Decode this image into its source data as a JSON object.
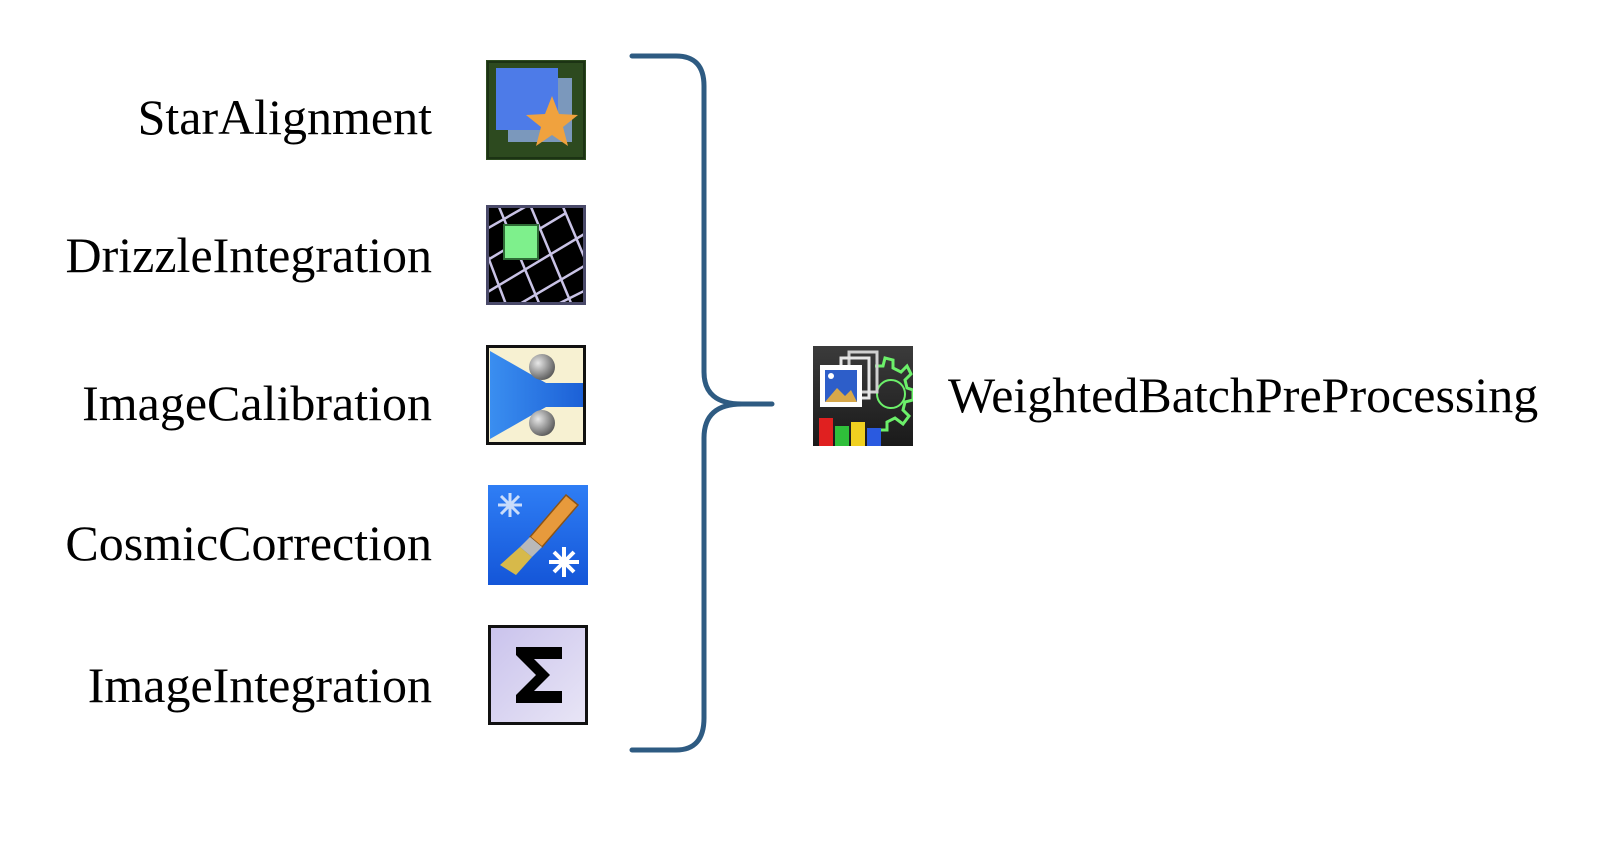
{
  "tools": [
    {
      "label": "StarAlignment",
      "icon": "star-alignment-icon"
    },
    {
      "label": "DrizzleIntegration",
      "icon": "drizzle-integration-icon"
    },
    {
      "label": "ImageCalibration",
      "icon": "image-calibration-icon"
    },
    {
      "label": "CosmicCorrection",
      "icon": "cosmic-correction-icon"
    },
    {
      "label": "ImageIntegration",
      "icon": "image-integration-icon"
    }
  ],
  "target": {
    "label": "WeightedBatchPreProcessing",
    "icon": "weighted-batch-preprocessing-icon"
  },
  "colors": {
    "brace": "#2e5b82"
  }
}
